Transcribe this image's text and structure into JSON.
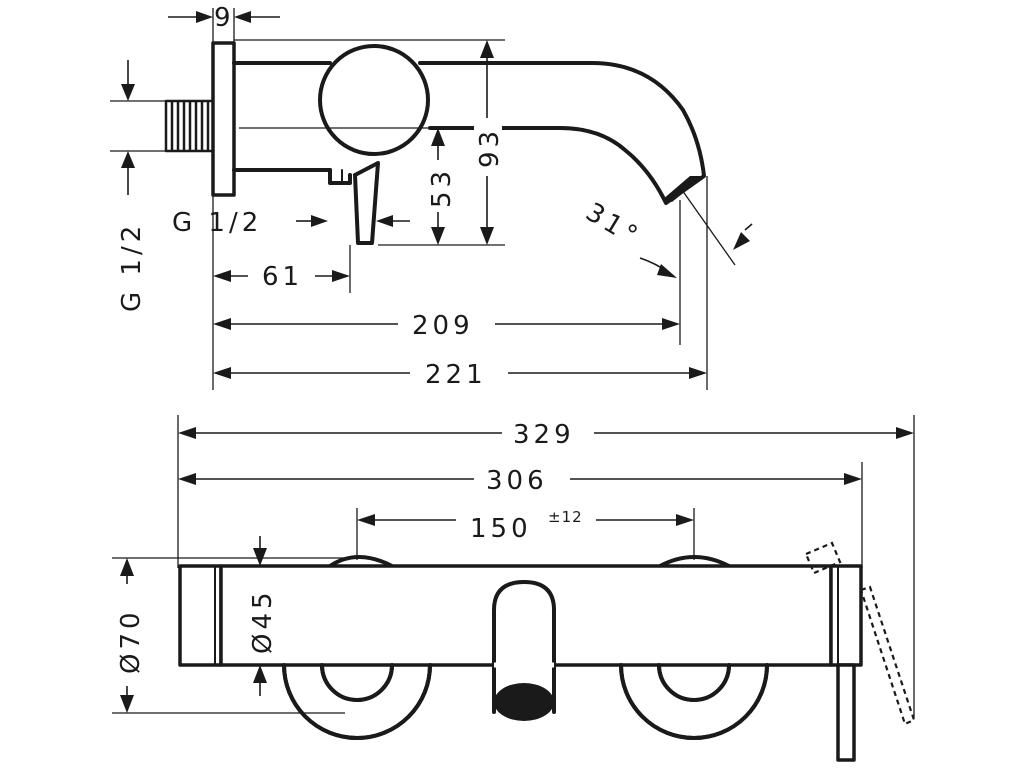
{
  "labels": {
    "flange_thickness": "9",
    "height_93": "93",
    "height_53": "53",
    "spout_angle": "31°",
    "thread_right": "G 1/2",
    "thread_left": "G 1/2",
    "lever_offset": "61",
    "projection_209": "209",
    "projection_221": "221",
    "total_width": "329",
    "body_width": "306",
    "centres": "150",
    "centres_tolerance": "±12",
    "diameter_70": "Ø70",
    "diameter_45": "Ø45"
  }
}
